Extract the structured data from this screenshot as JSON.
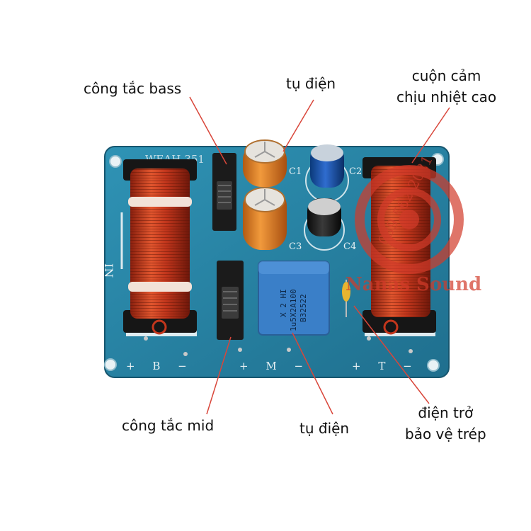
{
  "image": {
    "description_free_labels": true
  },
  "callouts": {
    "bass_switch": "công tắc bass",
    "capacitor_top": "tụ điện",
    "inductor_line1": "cuộn cảm",
    "inductor_line2": "chịu nhiệt cao",
    "mid_switch": "công tắc mid",
    "capacitor_bottom": "tụ điện",
    "resistor_line1": "điện trở",
    "resistor_line2": "bảo vệ trép"
  },
  "board": {
    "model": "WEAH-351",
    "cap_labels": [
      "C1",
      "C2",
      "C3",
      "C4"
    ],
    "film_cap_text": [
      "B32522",
      "1u5X2A100",
      "X 2  HI"
    ],
    "terminal_labels": [
      "+ B −",
      "+ M −",
      "+ T −"
    ],
    "input_label": "IN",
    "pcb_color": "#2a86a8",
    "coil_color": "#c2361c"
  },
  "watermark": {
    "phone": "039.562.2021",
    "brand": "Nanas Sound",
    "color": "#d23b2a"
  }
}
